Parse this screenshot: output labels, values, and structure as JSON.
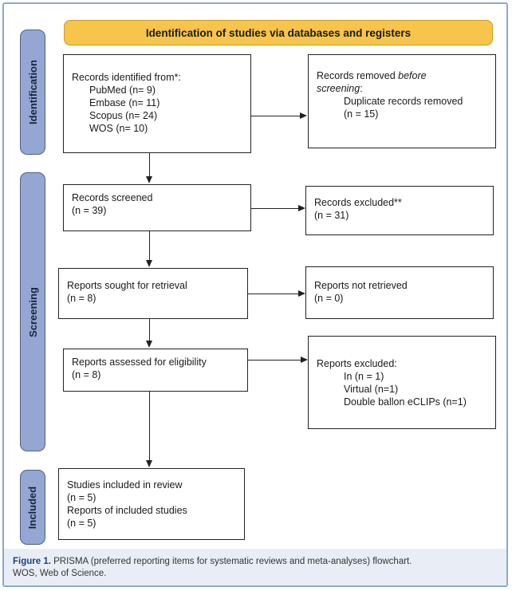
{
  "header": "Identification of studies via databases and registers",
  "phases": {
    "identification": "Identification",
    "screening": "Screening",
    "included": "Included"
  },
  "boxes": {
    "records_identified": {
      "title": "Records identified from*:",
      "items": [
        "PubMed (n= 9)",
        "Embase (n= 11)",
        "Scopus (n= 24)",
        "WOS (n= 10)"
      ]
    },
    "records_removed": {
      "title_start": "Records removed ",
      "title_italic": "before",
      "title_italic2": "screening",
      "title_end": ":",
      "item": "Duplicate records removed",
      "count": "(n = 15)"
    },
    "records_screened": {
      "title": "Records screened",
      "count": "(n = 39)"
    },
    "records_excluded": {
      "title": "Records excluded**",
      "count": "(n = 31)"
    },
    "reports_sought": {
      "title": "Reports sought for retrieval",
      "count": "(n = 8)"
    },
    "reports_not_retrieved": {
      "title": "Reports not retrieved",
      "count": "(n = 0)"
    },
    "reports_assessed": {
      "title": "Reports assessed for eligibility",
      "count": "(n = 8)"
    },
    "reports_excluded": {
      "title": "Reports excluded:",
      "items": [
        "In (n = 1)",
        "Virtual (n=1)",
        "Double ballon eCLIPs (n=1)"
      ]
    },
    "studies_included": {
      "title": "Studies included in review",
      "count": "(n = 5)",
      "title2": "Reports of included studies",
      "count2": "(n = 5)"
    }
  },
  "caption": {
    "label": "Figure 1.",
    "text": "PRISMA (preferred reporting items for systematic reviews and meta-analyses) flowchart.",
    "text2": "WOS, Web of Science."
  },
  "colors": {
    "header_fill": "#f7c44c",
    "phase_fill": "#94a6d2",
    "frame_border": "#8ea9c6",
    "caption_band": "#e9eef6",
    "caption_label": "#1f3f7a"
  }
}
